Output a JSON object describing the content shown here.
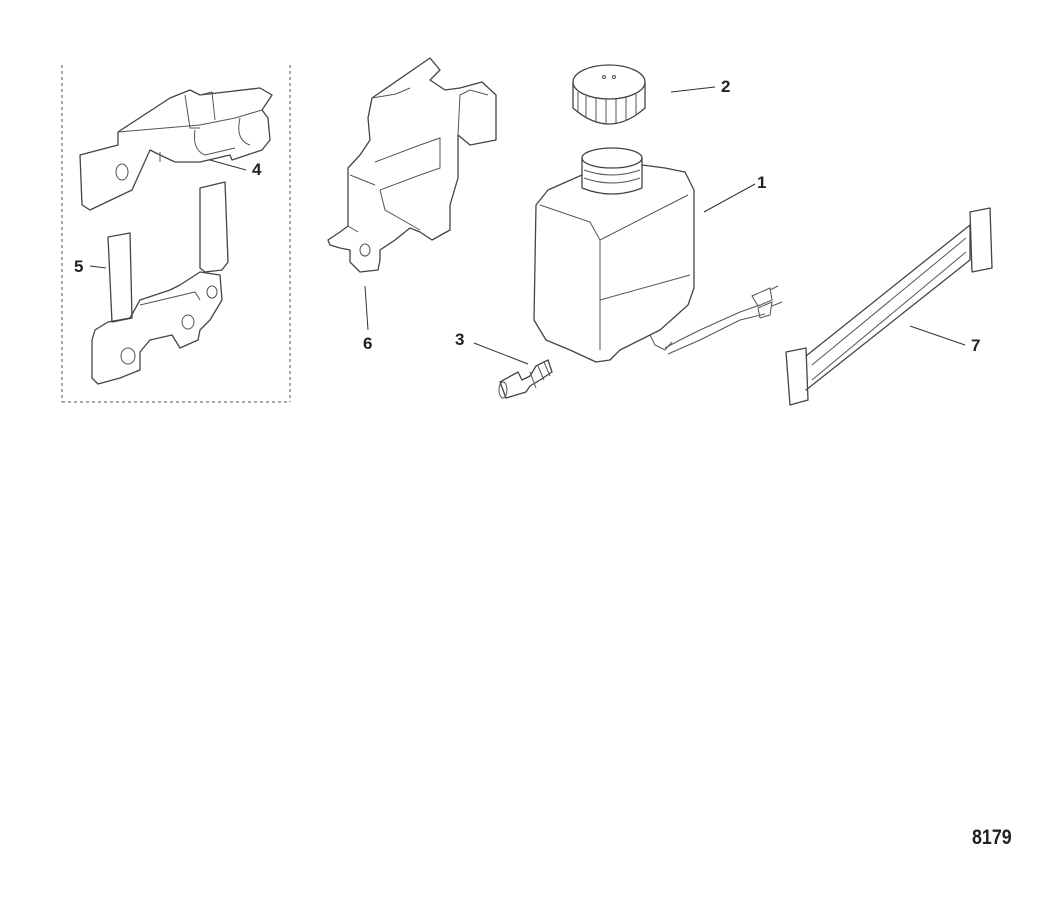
{
  "diagram": {
    "callouts": [
      {
        "id": "c1",
        "label": "1"
      },
      {
        "id": "c2",
        "label": "2"
      },
      {
        "id": "c3",
        "label": "3"
      },
      {
        "id": "c4",
        "label": "4"
      },
      {
        "id": "c5",
        "label": "5"
      },
      {
        "id": "c6",
        "label": "6"
      },
      {
        "id": "c7",
        "label": "7"
      }
    ],
    "figure_id": "8179"
  }
}
